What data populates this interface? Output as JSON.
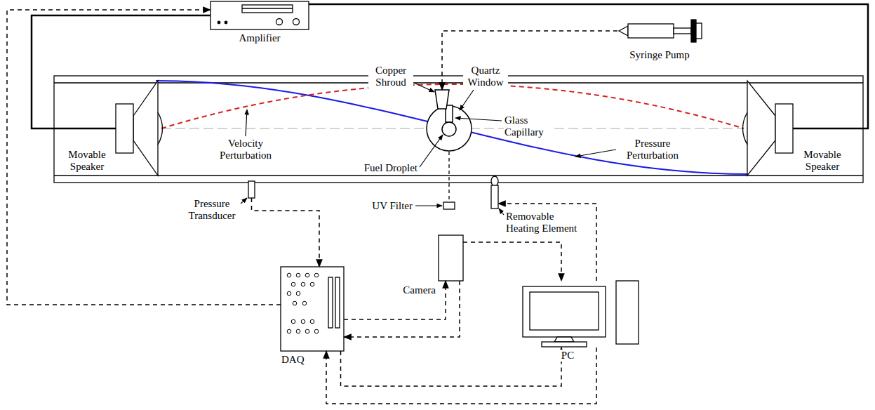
{
  "diagram": {
    "nodes": [
      {
        "text": [
          "Amplifier"
        ]
      },
      {
        "text": [
          "Syringe Pump"
        ]
      },
      {
        "text": [
          "Movable Speaker"
        ]
      },
      {
        "text": [
          "Movable Speaker"
        ]
      },
      {
        "text": [
          "Pressure Transducer"
        ]
      },
      {
        "text": [
          "DAQ"
        ]
      },
      {
        "text": [
          "Camera"
        ]
      },
      {
        "text": [
          "PC"
        ]
      },
      {
        "text": [
          "Removable Heating Element"
        ]
      },
      {
        "text": [
          "Copper Shroud"
        ]
      }
    ],
    "edges": [
      {
        "from": 0,
        "to": 2,
        "arrow": "none"
      },
      {
        "from": 0,
        "to": 3,
        "arrow": "none"
      },
      {
        "from": 5,
        "to": 0,
        "arrow": "to"
      },
      {
        "from": 1,
        "to": 9,
        "arrow": "to"
      },
      {
        "from": 4,
        "to": 5,
        "arrow": "to"
      },
      {
        "from": 5,
        "to": 6,
        "arrow": "to"
      },
      {
        "from": 6,
        "to": 5,
        "arrow": "to"
      },
      {
        "from": 6,
        "to": 7,
        "arrow": "to"
      },
      {
        "from": 7,
        "to": 8,
        "arrow": "to"
      },
      {
        "from": 5,
        "to": 7,
        "arrow": "to"
      },
      {
        "from": 7,
        "to": 5,
        "arrow": "to"
      }
    ],
    "labels": [
      "Quartz Window",
      "Glass Capillary",
      "Fuel Droplet",
      "Velocity Perturbation",
      "Pressure Perturbation",
      "UV Filter"
    ]
  }
}
